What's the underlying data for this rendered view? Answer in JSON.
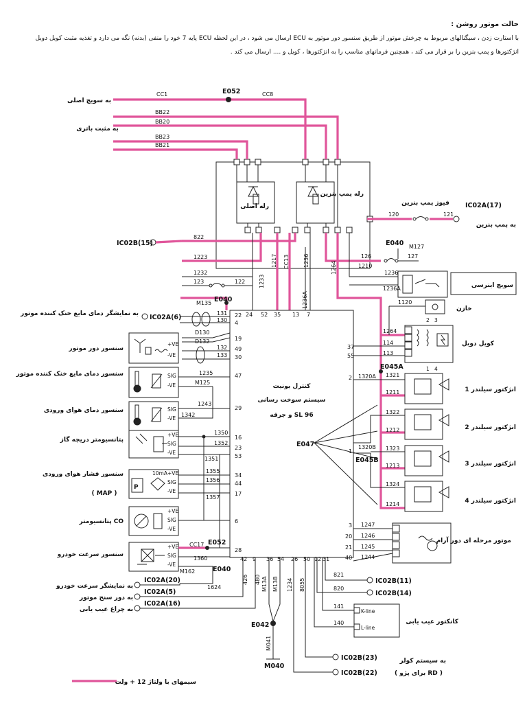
{
  "intro": {
    "heading": "حالت موتور روشن :",
    "line1": "با استارت زدن ، سیگنالهای مربوط به چرخش موتور از طریق سنسور دور موتور به ECU ارسال می شود ، در این لحظه ECU پایه 7 خود را منفی (بدنه) نگه می دارد و تغذیه مثبت کویل دوبل",
    "line2": "انژکتورها و پمپ بنزین را بر قرار می کند ، همچنین فرمانهای مناسب را به انژکتورها ، کویل و .... ارسال می کند ."
  },
  "left_labels": {
    "main_switch": "به سویچ اصلی",
    "battery_positive": "به مثبت باتری",
    "coolant_display": "به نمایشگر دمای مایع خنک کننده موتور",
    "speed_display": "به نمایشگر سرعت خودرو",
    "tachometer": "به دور سنج موتور",
    "diag_lamp": "به چراغ عیب یابی"
  },
  "components": {
    "main_relay": "رله اصلی",
    "pump_relay": "رله پمپ بنزین",
    "pump_fuse": "فیوز پمپ بنزین",
    "to_pump": "به پمپ بنزین",
    "inertia_switch": "سویچ اینرسی",
    "capacitor": "خازن",
    "double_coil": "کویل دوبل",
    "injector1": "انژکتور سیلندر 1",
    "injector2": "انژکتور سیلندر 2",
    "injector3": "انژکتور سیلندر 3",
    "injector4": "انژکتور سیلندر 4",
    "stepper_motor": "موتور مرحله ای دور آرام",
    "diag_connector": "کانکتور عیب یابی",
    "ac_system": "به سیستم کولر",
    "for_peugeot": "( برای پژو RD )",
    "rpm_sensor": "سنسور دور موتور",
    "coolant_sensor": "سنسور دمای مایع خنک کننده موتور",
    "air_temp_sensor": "سنسور دمای هوای ورودی",
    "throttle_pot": "پتانسیومتر دریچه گاز",
    "map_sensor": "سنسور فشار هوای ورودی",
    "map_abbr": "( MAP )",
    "co_pot": "پتانسیومتر CO",
    "speed_sensor": "سنسور سرعت خودرو"
  },
  "ecu": {
    "line1": "کنترل یونیت",
    "line2": "سیستم سوخت رسانی",
    "line3": "و جرقه SL 96"
  },
  "connectors": {
    "E052": "E052",
    "E040": "E040",
    "E045A": "E045A",
    "E045B": "E045B",
    "E047": "E047",
    "E042": "E042",
    "IC02A17": "IC02A(17)",
    "IC02B15": "IC02B(15)",
    "IC02A6": "IC02A(6)",
    "IC02A20": "IC02A(20)",
    "IC02A5": "IC02A(5)",
    "IC02A16": "IC02A(16)",
    "IC02B11": "IC02B(11)",
    "IC02B14": "IC02B(14)",
    "IC02B23": "IC02B(23)",
    "IC02B22": "IC02B(22)",
    "M127": "M127",
    "M135": "M135",
    "M125": "M125",
    "M162": "M162",
    "M041": "M041",
    "M040": "M040",
    "M13A": "M13A",
    "M13B": "M13B",
    "D130": "D130",
    "D132": "D132",
    "K_line": "K-line",
    "L_line": "L-line",
    "tenmA": "10mA",
    "P": "P"
  },
  "wires": {
    "CC1": "CC1",
    "CC8": "CC8",
    "BB22": "BB22",
    "BB20": "BB20",
    "BB23": "BB23",
    "BB21": "BB21",
    "w120": "120",
    "w121": "121",
    "w822": "822",
    "w1223": "1223",
    "w1232": "1232",
    "w123": "123",
    "w122": "122",
    "w126": "126",
    "w127": "127",
    "w1210": "1210",
    "w1236": "1236",
    "w1236A": "1236A",
    "w1120": "1120",
    "w1264": "1264",
    "w114": "114",
    "w113": "113",
    "w1320A": "1320A",
    "w1321": "1321",
    "w1211": "1211",
    "w1322": "1322",
    "w1212": "1212",
    "w1323": "1323",
    "w1213": "1213",
    "w1324": "1324",
    "w1214": "1214",
    "w1320B": "1320B",
    "w1247": "1247",
    "w1246": "1246",
    "w1245": "1245",
    "w1244": "1244",
    "w821": "821",
    "w820": "820",
    "w141": "141",
    "w140": "140",
    "w131": "131",
    "w130": "130",
    "w132": "132",
    "w133": "133",
    "w1235": "1235",
    "w1243": "1243",
    "w1342": "1342",
    "w1350": "1350",
    "w1352": "1352",
    "w1351": "1351",
    "w1355": "1355",
    "w1356": "1356",
    "w1357": "1357",
    "CC17": "CC17",
    "w1360": "1360",
    "w1624": "1624",
    "w1233": "1233",
    "w1217": "1217",
    "CC13": "CC13",
    "w426": "426",
    "w480": "480",
    "w1234": "1234",
    "w8055": "8055"
  },
  "pins": {
    "p24": "24",
    "p52": "52",
    "p35": "35",
    "p13": "13",
    "p7": "7",
    "p22": "22",
    "p4": "4",
    "p19": "19",
    "p49": "49",
    "p30": "30",
    "p47": "47",
    "p29": "29",
    "p16": "16",
    "p23": "23",
    "p53": "53",
    "p34": "34",
    "p44": "44",
    "p17": "17",
    "p6": "6",
    "p28": "28",
    "p42": "42",
    "p9": "9",
    "p36": "36",
    "p54": "54",
    "p26": "26",
    "p50": "50",
    "p12": "12",
    "p31": "31",
    "p37": "37",
    "p55": "55",
    "p2": "2",
    "p1": "1",
    "p3": "3",
    "p20": "20",
    "p21": "21",
    "p40": "40"
  },
  "pin_labels": {
    "vpos": "+VE",
    "vneg": "-VE",
    "sig": "SIG"
  },
  "legend": "سیمهای با ولتاژ 12 + ولت",
  "colors": {
    "pink": "#e0559a",
    "wire": "#222222"
  }
}
